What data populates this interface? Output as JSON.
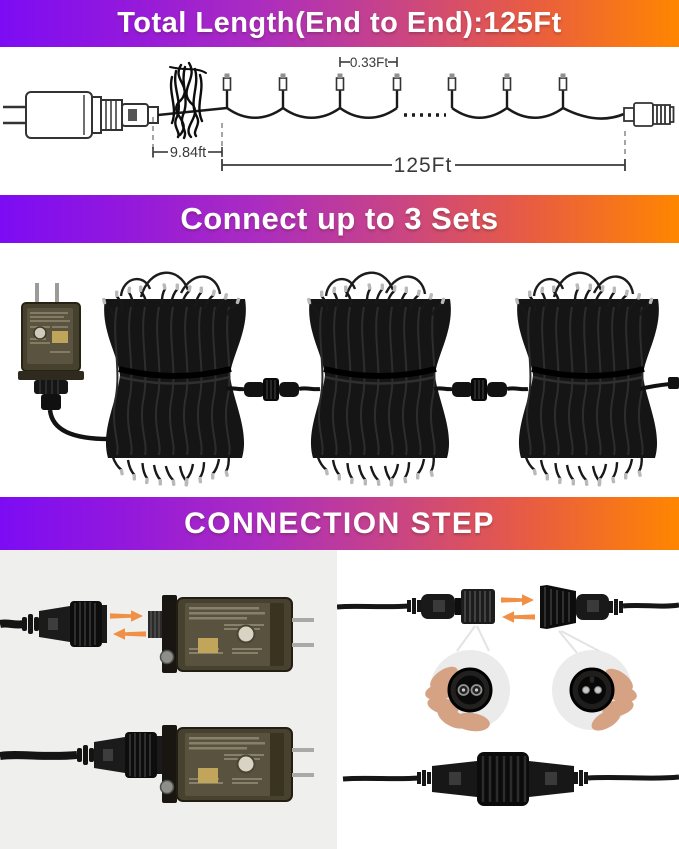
{
  "banners": {
    "total_length": "Total Length(End to End):125Ft",
    "connect_sets": "Connect up to 3 Sets",
    "connection_step": "CONNECTION STEP"
  },
  "diagram": {
    "lead_length_label": "9.84ft",
    "bulb_spacing_label": "0.33Ft",
    "total_length_label": "125Ft"
  },
  "sets_section": {
    "bundle_count": 3
  },
  "icons": {
    "connect_arrow_right": "orange-arrow-right-icon",
    "connect_arrow_left": "orange-arrow-left-icon"
  },
  "colors": {
    "banner_gradient_start": "#7c0cf4",
    "banner_gradient_mid": "#c84486",
    "banner_gradient_end": "#ff8600",
    "banner_text": "#ffffff",
    "panel_gray": "#efefed",
    "arrow_orange": "#f09047",
    "line_art": "#3a3a3a",
    "cable_black": "#121212"
  }
}
